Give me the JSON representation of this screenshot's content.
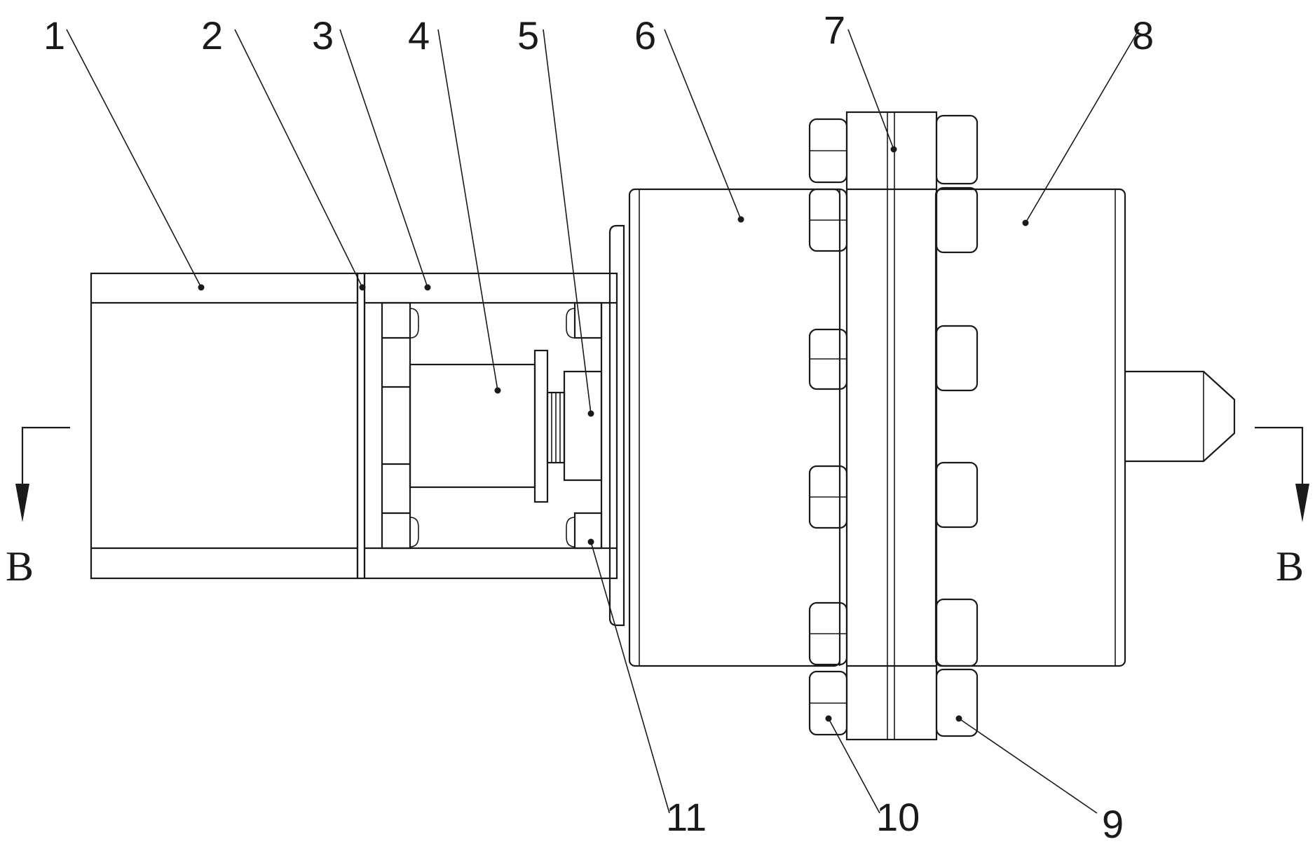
{
  "callouts": [
    "1",
    "2",
    "3",
    "4",
    "5",
    "6",
    "7",
    "8",
    "9",
    "10",
    "11"
  ],
  "section_marks": {
    "left": "B",
    "right": "B"
  }
}
